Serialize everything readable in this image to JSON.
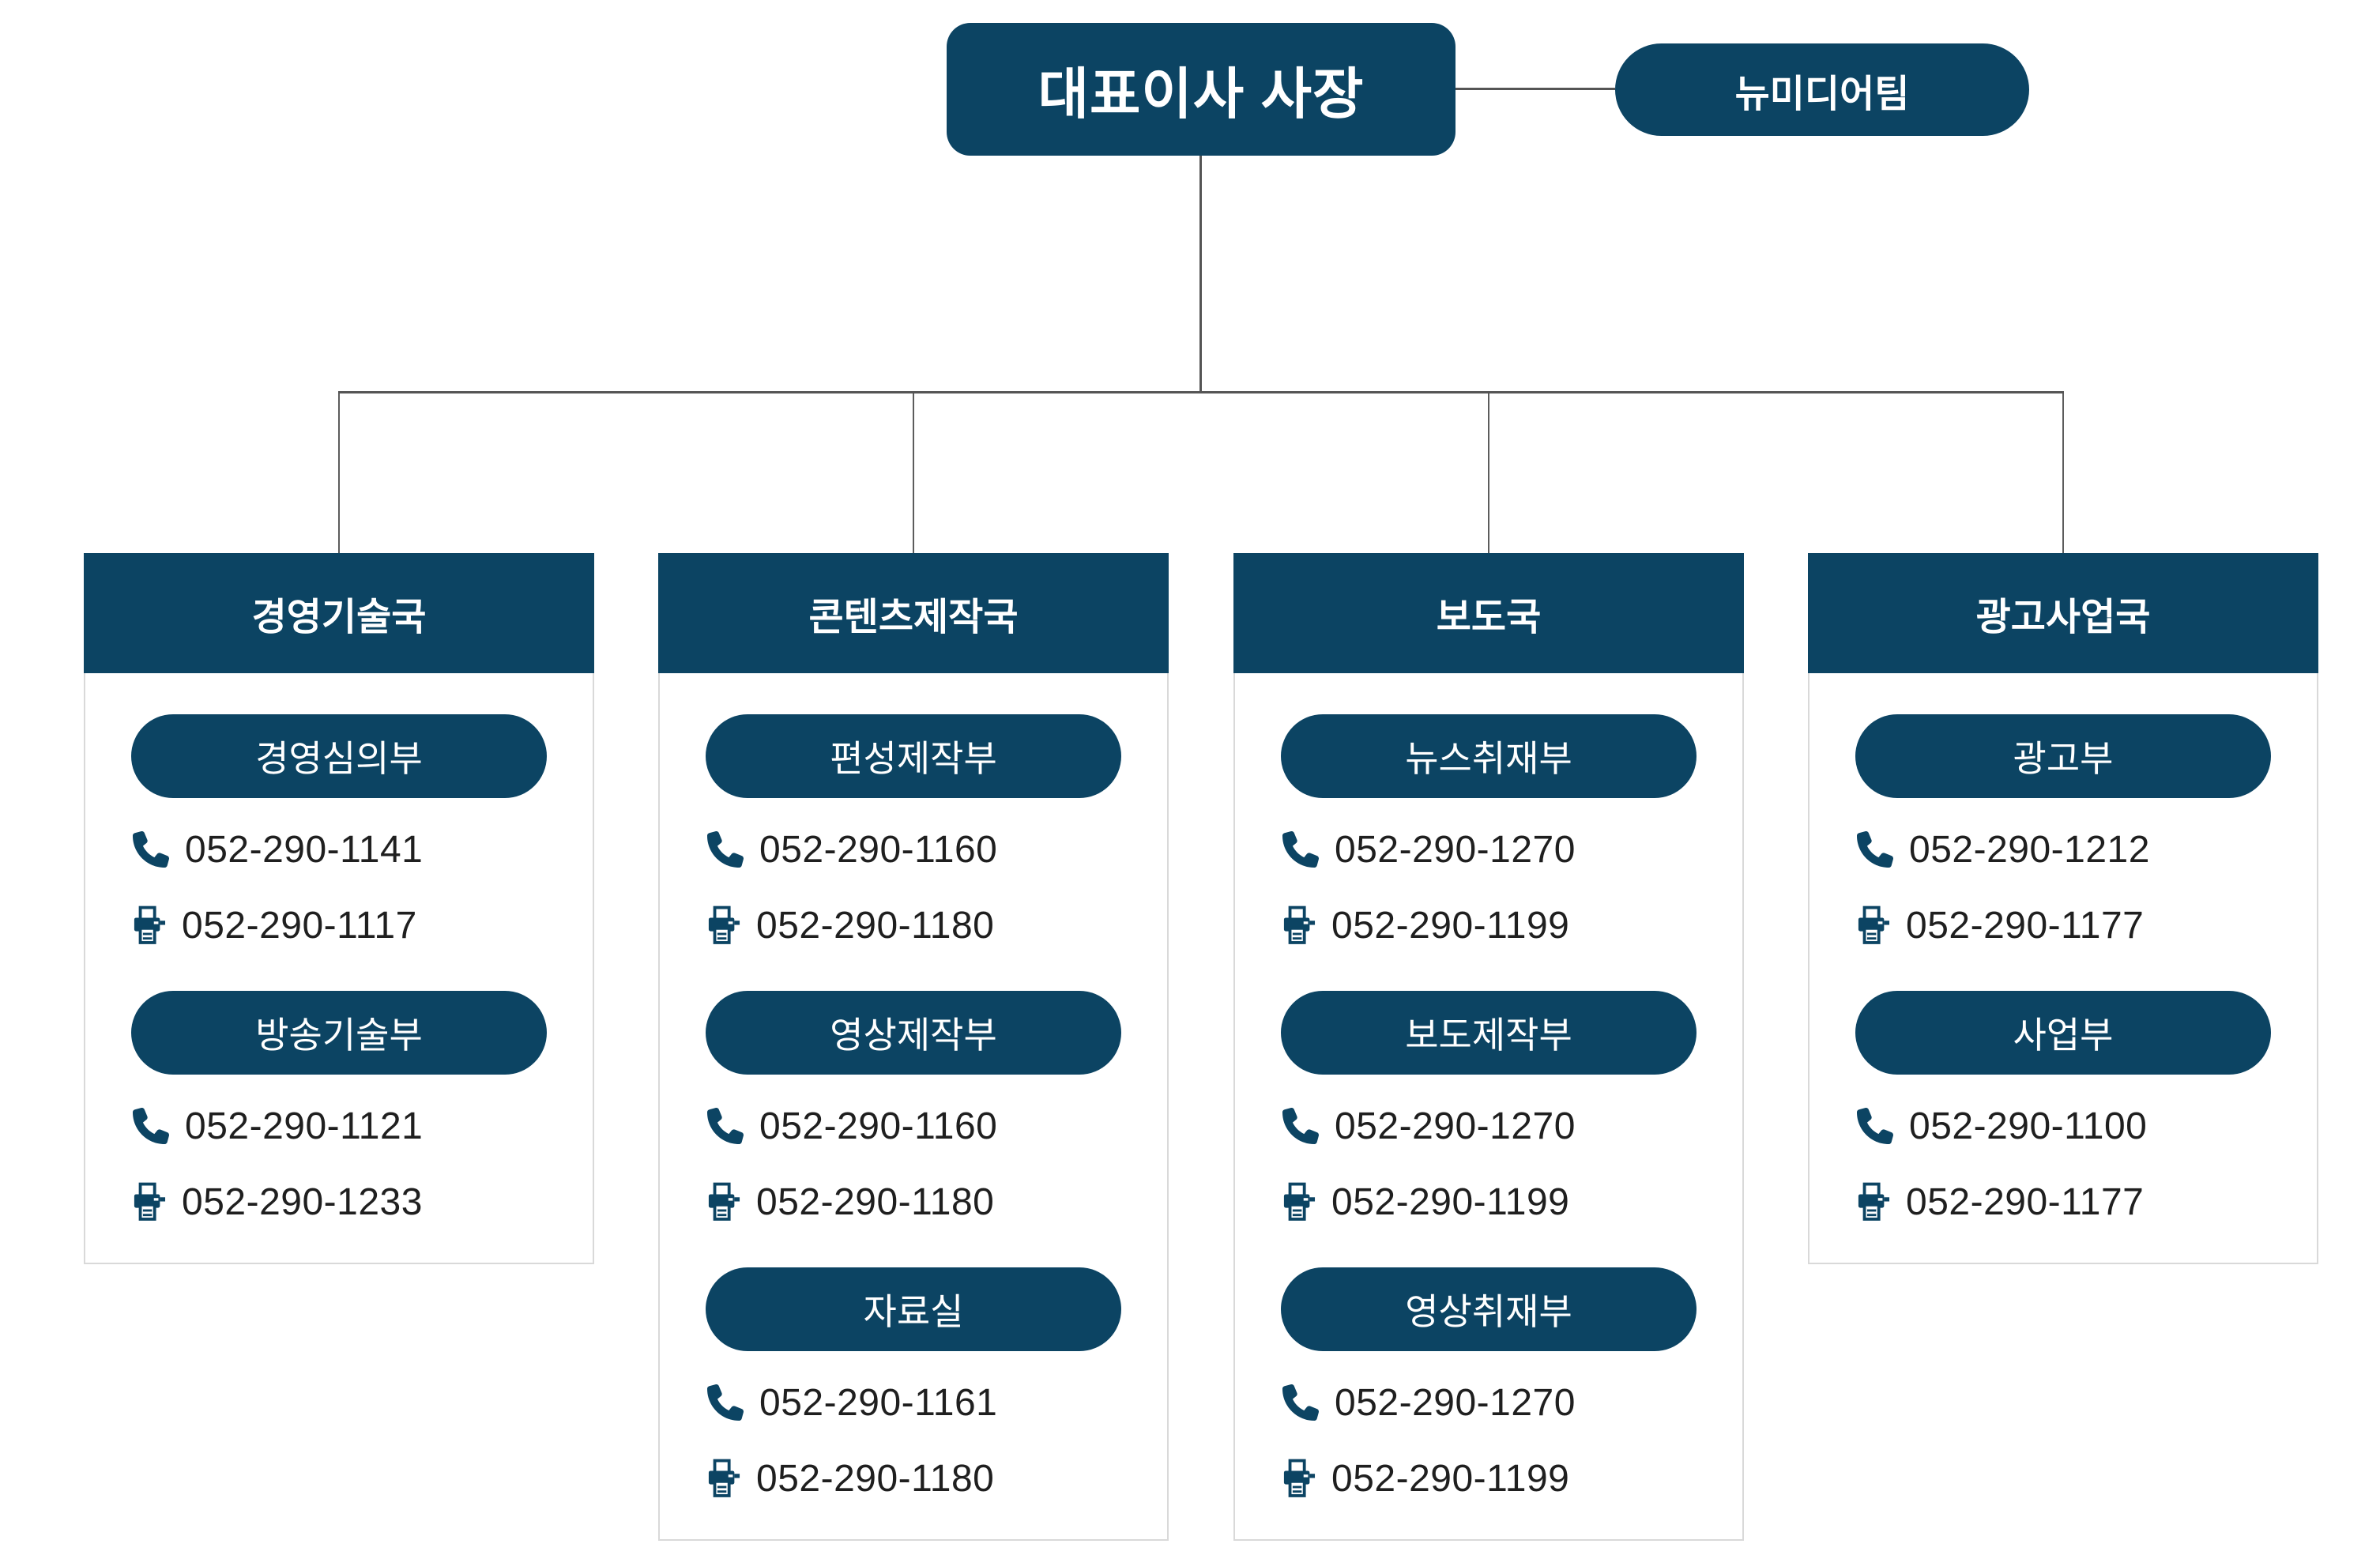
{
  "colors": {
    "navy": "#0c4463",
    "line": "#555555",
    "text": "#1f1f1f",
    "card-border": "#d9d9d9"
  },
  "org": {
    "root": {
      "label": "대표이사 사장"
    },
    "staff": {
      "label": "뉴미디어팀"
    },
    "departments": [
      {
        "name": "경영기술국",
        "teams": [
          {
            "name": "경영심의부",
            "phone": "052-290-1141",
            "fax": "052-290-1117"
          },
          {
            "name": "방송기술부",
            "phone": "052-290-1121",
            "fax": "052-290-1233"
          }
        ]
      },
      {
        "name": "콘텐츠제작국",
        "teams": [
          {
            "name": "편성제작부",
            "phone": "052-290-1160",
            "fax": "052-290-1180"
          },
          {
            "name": "영상제작부",
            "phone": "052-290-1160",
            "fax": "052-290-1180"
          },
          {
            "name": "자료실",
            "phone": "052-290-1161",
            "fax": "052-290-1180"
          }
        ]
      },
      {
        "name": "보도국",
        "teams": [
          {
            "name": "뉴스취재부",
            "phone": "052-290-1270",
            "fax": "052-290-1199"
          },
          {
            "name": "보도제작부",
            "phone": "052-290-1270",
            "fax": "052-290-1199"
          },
          {
            "name": "영상취재부",
            "phone": "052-290-1270",
            "fax": "052-290-1199"
          }
        ]
      },
      {
        "name": "광고사업국",
        "teams": [
          {
            "name": "광고부",
            "phone": "052-290-1212",
            "fax": "052-290-1177"
          },
          {
            "name": "사업부",
            "phone": "052-290-1100",
            "fax": "052-290-1177"
          }
        ]
      }
    ]
  }
}
